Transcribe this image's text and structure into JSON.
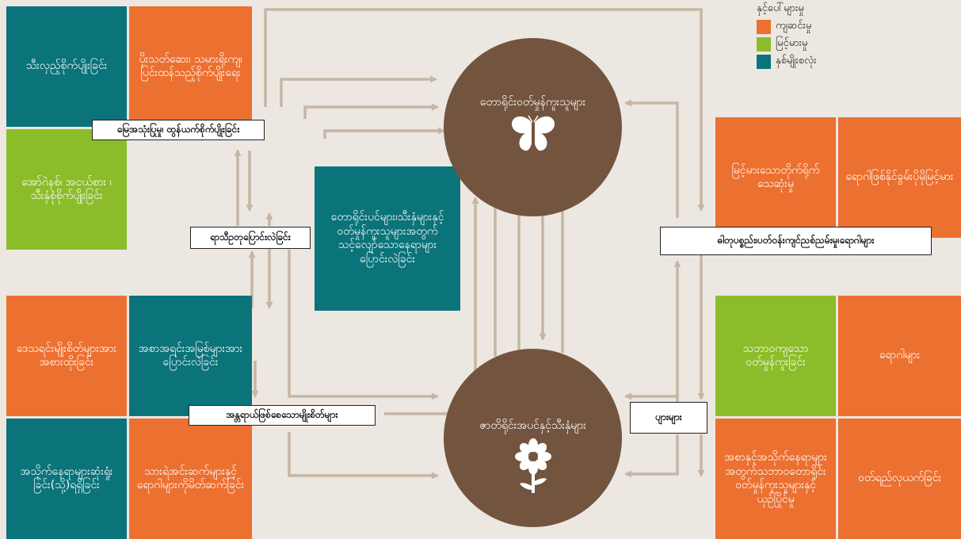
{
  "legend": {
    "title": "နှင့်ပေါ်များမှု",
    "items": [
      {
        "label": "ကျဆင်းမှု",
        "color": "#ec7030"
      },
      {
        "label": "မြင့်မားမှု",
        "color": "#8bbd2a"
      },
      {
        "label": "နှစ်မျိုးစလုံး",
        "color": "#0b737a"
      }
    ]
  },
  "boxes": {
    "b1": "သီးလှည့်စိုက်ပျိုးခြင်း",
    "b2": "ပိုးသတ်ဆေး၊ သမားရိုးကျ၊ ပြင်းထန်သည့်စိုက်ပျိုးရေး",
    "b3": "အော်ဂဲနစ်၊ အငယ်စား ၊သီးနှံစုံစိုက်ပျိုးခြင်း",
    "b4": "ဒေသရင်းမျိုးစိတ်များအားအစားထိုးခြင်း",
    "b5": "အစာအရင်းအမြစ်များအားပြောင်းလဲခြင်း",
    "b6": "အသိုက်နေရာများဆုံးရှုံးခြင်း(သို့)ရရှိခြင်း",
    "b7": "သားရဲအင်းဆက်များနှင့်ရောဂါများကိုမိတ်ဆက်ခြင်း",
    "b8": "တောရိုင်းပင်များ၊သီးနှံများနှင့်ဝတ်မှုန်ကူးသူများအတွက်သင့်လျော်သောနေရာများပြောင်းလဲခြင်း",
    "b9": "မြင့်မားသောတိုက်ရိုက်သေဆုံးမှု",
    "b10": "ရောဂါဖြစ်နိုင်ခွမ်းပိုမိုမြင့်မား",
    "b11": "သဘာဝကျသောဝတ်မှုန်ကူးခြင်း",
    "b12": "ရောဂါများ",
    "b13": "အစာနှင့်အသိုက်နေရာများအတွက်သဘာဝတောရိုင်းဝတ်မှုန်ကူးသူများနှင့်ယှဉ်ပြိုင်မှု",
    "b14": "ဝတ်ရည်လုယက်ခြင်း"
  },
  "circles": {
    "top": "တောရိုင်းဝတ်မှုန်ကူးသူများ",
    "bottom": "ဇာတိရိုင်းအပင်နှင့်သီးနှံများ"
  },
  "labels": {
    "l1": "မြေအသုံးပြုမှု၊ ထွန်ယက်စိုက်ပျိုးခြင်း",
    "l2": "ရာသီဥတုပြောင်းလဲခြင်း",
    "l3": "အန္တရာယ်ဖြစ်စေသောမျိုးစိတ်များ",
    "l4": "ဓါတုပစ္စည်း၊ပတ်ဝန်းကျင်ညစ်ညမ်းမှု၊ရောဂါများ",
    "l5": "ပျားများ"
  }
}
